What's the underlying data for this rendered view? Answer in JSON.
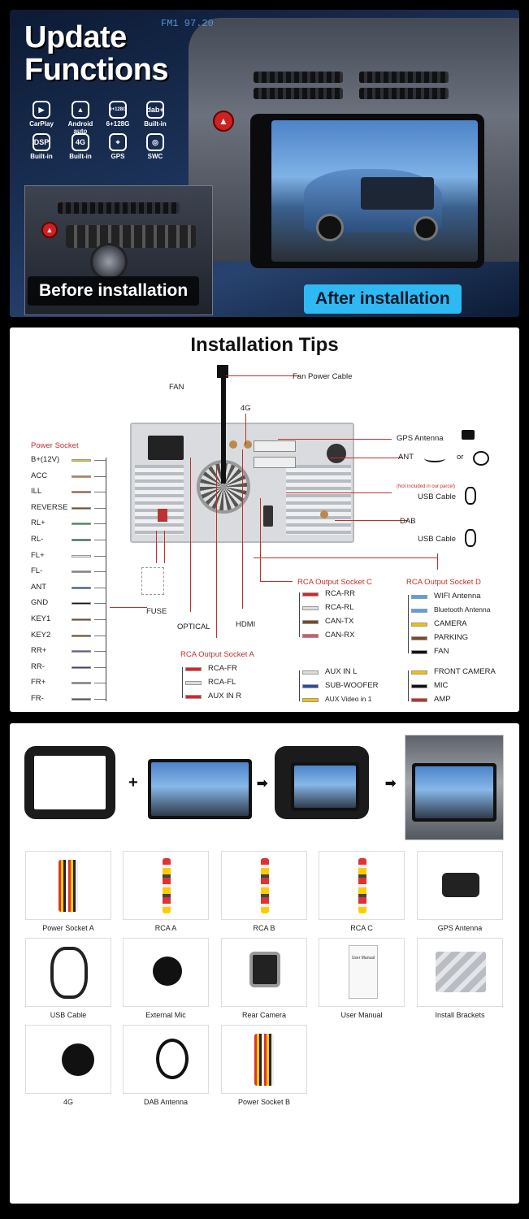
{
  "top_panel": {
    "title_line1": "Update",
    "title_line2": "Functions",
    "features": [
      {
        "icon": "carplay-icon",
        "glyph": "▶",
        "label": "CarPlay"
      },
      {
        "icon": "android-auto-icon",
        "glyph": "▲",
        "label": "Android auto"
      },
      {
        "icon": "chip-icon",
        "glyph": "6+128G",
        "label": "6+128G"
      },
      {
        "icon": "dab-icon",
        "glyph": "dab+",
        "label": "Built-in"
      },
      {
        "icon": "dsp-icon",
        "glyph": "DSP",
        "label": "Built-in"
      },
      {
        "icon": "4g-icon",
        "glyph": "4G",
        "label": "Built-in"
      },
      {
        "icon": "gps-icon",
        "glyph": "⌖",
        "label": "GPS"
      },
      {
        "icon": "swc-icon",
        "glyph": "◎",
        "label": "SWC"
      }
    ],
    "radio_readout": "FM1 97.20",
    "before_label": "Before installation",
    "after_label": "After installation"
  },
  "tips_panel": {
    "title": "Installation Tips",
    "fan": "FAN",
    "fan_power": "Fan Power Cable",
    "g4": "4G",
    "gps_antenna": "GPS Antenna",
    "ant": "ANT",
    "or": "or",
    "not_included": "(Not included in our parcel)",
    "usb_cable_1": "USB Cable",
    "dab": "DAB",
    "usb_cable_2": "USB Cable",
    "power_socket": "Power Socket",
    "power_pins": [
      "B+(12V)",
      "ACC",
      "ILL",
      "REVERSE",
      "RL+",
      "RL-",
      "FL+",
      "FL-",
      "ANT",
      "GND",
      "KEY1",
      "KEY2",
      "RR+",
      "RR-",
      "FR+",
      "FR-"
    ],
    "pin_colors": [
      "#f2c200",
      "#e8751a",
      "#d7532b",
      "#7a4a1f",
      "#2f9b4c",
      "#1e6b3a",
      "#f2f2f2",
      "#888888",
      "#2a49a8",
      "#111111",
      "#7a4a1f",
      "#7a4a1f",
      "#7d4aa0",
      "#5b2f7a",
      "#888888",
      "#555555"
    ],
    "fuse": "FUSE",
    "optical": "OPTICAL",
    "hdmi": "HDMI",
    "rca_a": {
      "title": "RCA Output Socket A",
      "items": [
        "RCA-FR",
        "RCA-FL",
        "AUX IN R"
      ],
      "colors": [
        "#d22",
        "#ddd",
        "#d22"
      ]
    },
    "rca_c": {
      "title": "RCA Output Socket C",
      "items": [
        "RCA-RR",
        "RCA-RL",
        "CAN-TX",
        "CAN-RX"
      ],
      "colors": [
        "#d22",
        "#ddd",
        "#7a4a1f",
        "#d56"
      ]
    },
    "rca_d": {
      "title": "RCA Output Socket D",
      "items": [
        "WIFI Antenna",
        "Bluetooth Antenna",
        "CAMERA",
        "PARKING",
        "FAN"
      ],
      "colors": [
        "#5aa0e6",
        "#5aa0e6",
        "#f2c200",
        "#7a4a1f",
        "#111"
      ]
    },
    "aux_group": {
      "items": [
        "AUX IN L",
        "SUB-WOOFER",
        "AUX Video in 1"
      ],
      "colors": [
        "#ddd",
        "#2a49a8",
        "#f2c200"
      ]
    },
    "cam_group": {
      "items": [
        "FRONT CAMERA",
        "MIC",
        "AMP"
      ],
      "colors": [
        "#f2c200",
        "#111",
        "#c0312b"
      ]
    }
  },
  "parts_panel": {
    "steps": [
      "+",
      "➡",
      "➡"
    ],
    "items": [
      {
        "label": "Power Socket A"
      },
      {
        "label": "RCA  A"
      },
      {
        "label": "RCA  B"
      },
      {
        "label": "RCA  C"
      },
      {
        "label": "GPS Antenna"
      },
      {
        "label": "USB Cable"
      },
      {
        "label": "External Mic"
      },
      {
        "label": "Rear Camera"
      },
      {
        "label": "User Manual"
      },
      {
        "label": "Install Brackets"
      },
      {
        "label": "4G"
      },
      {
        "label": "DAB Antenna"
      },
      {
        "label": "Power Socket B"
      }
    ],
    "manual_cover_title": "User Manual"
  }
}
